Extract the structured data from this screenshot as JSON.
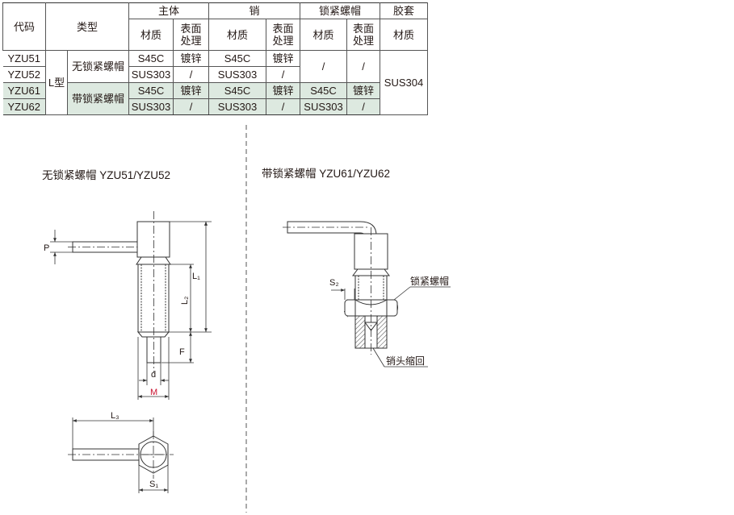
{
  "table": {
    "header": {
      "code": "代码",
      "type": "类型",
      "body": "主体",
      "pin": "销",
      "locknut": "锁紧螺帽",
      "rubber": "胶套",
      "material": "材质",
      "surface": "表面处理"
    },
    "shape": "L型",
    "groups": [
      {
        "label": "无锁紧螺帽"
      },
      {
        "label": "带锁紧螺帽"
      }
    ],
    "rows": [
      {
        "code": "YZU51",
        "body_mat": "S45C",
        "body_surf": "镀锌",
        "pin_mat": "S45C",
        "pin_surf": "镀锌"
      },
      {
        "code": "YZU52",
        "body_mat": "SUS303",
        "body_surf": "/",
        "pin_mat": "SUS303",
        "pin_surf": "/"
      },
      {
        "code": "YZU61",
        "body_mat": "S45C",
        "body_surf": "镀锌",
        "pin_mat": "S45C",
        "pin_surf": "镀锌",
        "nut_mat": "S45C",
        "nut_surf": "镀锌"
      },
      {
        "code": "YZU62",
        "body_mat": "SUS303",
        "body_surf": "/",
        "pin_mat": "SUS303",
        "pin_surf": "/",
        "nut_mat": "SUS303",
        "nut_surf": "/"
      }
    ],
    "nut_na_mat": "/",
    "nut_na_surf": "/",
    "rubber_mat": "SUS304"
  },
  "drawing": {
    "left_caption": "无锁紧螺帽  YZU51/YZU52",
    "right_caption": "带锁紧螺帽  YZU61/YZU62",
    "labels": {
      "P": "P",
      "L1": "L₁",
      "L2": "L₂",
      "F": "F",
      "d": "d",
      "M": "M",
      "L3": "L₃",
      "S1": "S₁",
      "S2": "S₂",
      "locknut": "锁紧螺帽",
      "pin_retract": "销头缩回"
    },
    "colors": {
      "M": "#c8102e",
      "line": "#333333",
      "teal": "#dde9e0"
    }
  }
}
